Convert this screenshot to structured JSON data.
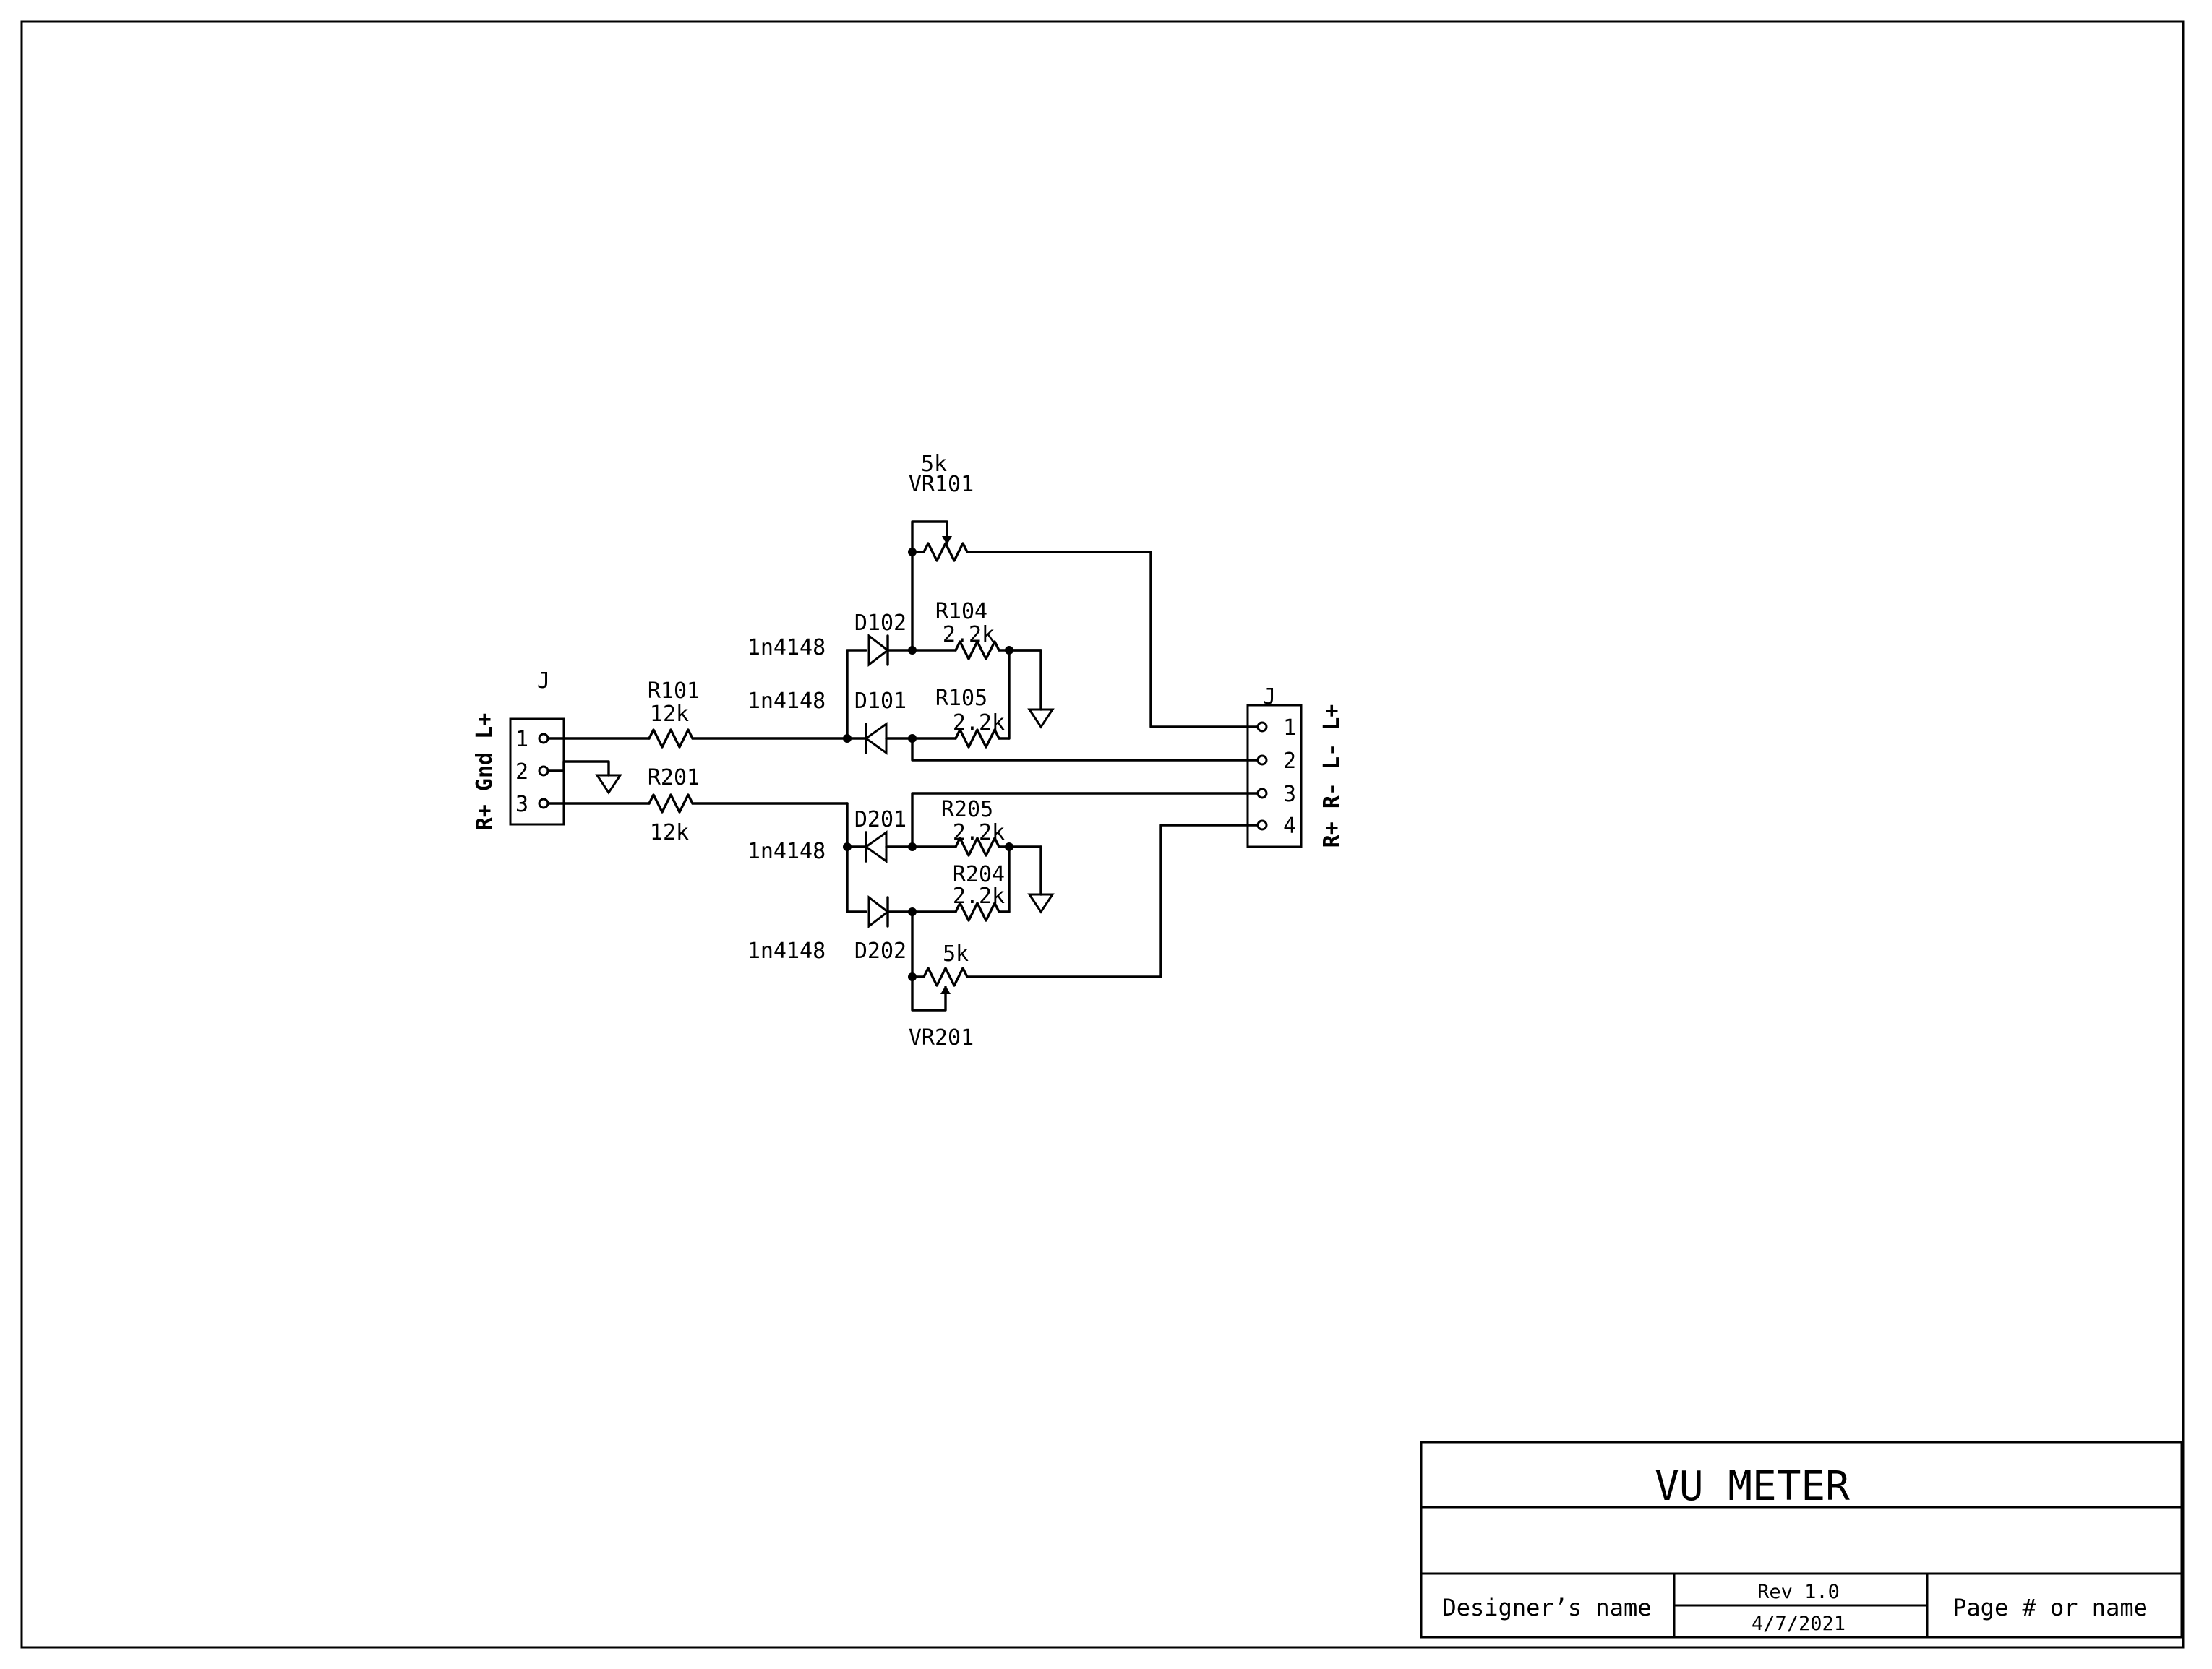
{
  "title_block": {
    "title": "VU METER",
    "subtitle": "",
    "designer": "Designer’s name",
    "revision": "Rev 1.0",
    "date": "4/7/2021",
    "page": "Page # or name"
  },
  "components": {
    "j_in": {
      "ref": "J",
      "pins": [
        "1",
        "2",
        "3"
      ],
      "pin_names": "R+ Gnd L+"
    },
    "j_out": {
      "ref": "J",
      "pins": [
        "1",
        "2",
        "3",
        "4"
      ],
      "pin_names": "R+ R- L- L+"
    },
    "r101": {
      "ref": "R101",
      "value": "12k"
    },
    "r201": {
      "ref": "R201",
      "value": "12k"
    },
    "r104": {
      "ref": "R104",
      "value": "2.2k"
    },
    "r105": {
      "ref": "R105",
      "value": "2.2k"
    },
    "r205": {
      "ref": "R205",
      "value": "2.2k"
    },
    "r204": {
      "ref": "R204",
      "value": "2.2k"
    },
    "vr101": {
      "ref": "VR101",
      "value": "5k"
    },
    "vr201": {
      "ref": "VR201",
      "value": "5k"
    },
    "d102": {
      "ref": "D102",
      "part": "1n4148"
    },
    "d101": {
      "ref": "D101",
      "part": "1n4148"
    },
    "d201": {
      "ref": "D201",
      "part": "1n4148"
    },
    "d202": {
      "ref": "D202",
      "part": "1n4148"
    }
  }
}
